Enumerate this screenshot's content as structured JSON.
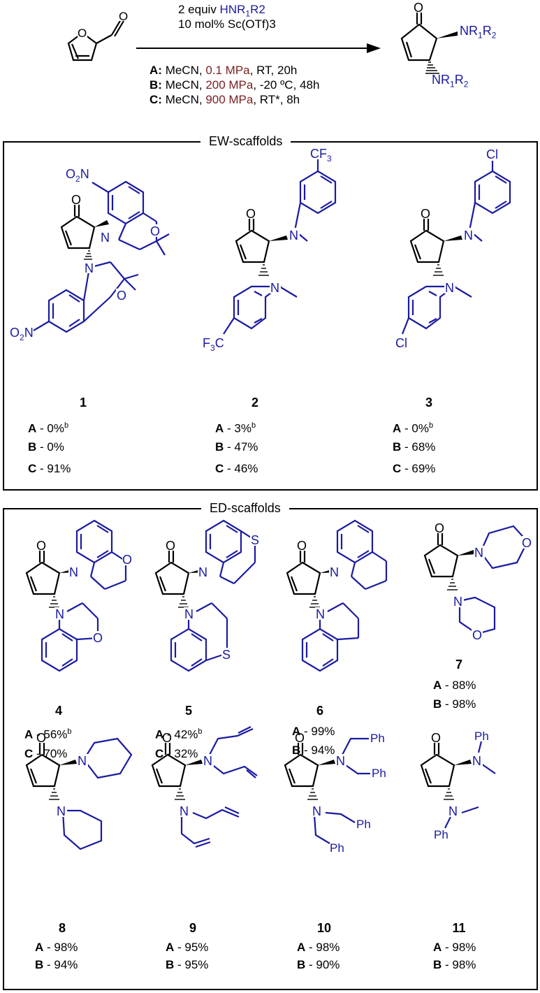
{
  "reaction": {
    "reagent_1_prefix": "2 equiv ",
    "reagent_1_amine": "HNR",
    "reagent_1_tail": "R2",
    "reagent_2": "10 mol% Sc(OTf)3",
    "conditions": [
      {
        "key": "A:",
        "solvent": "MeCN, ",
        "pressure": "0.1 MPa",
        "rest": ", RT, 20h"
      },
      {
        "key": "B:",
        "solvent": "MeCN, ",
        "pressure": "200 MPa",
        "rest": ", -20 ºC, 48h"
      },
      {
        "key": "C:",
        "solvent": "MeCN, ",
        "pressure": "900 MPa",
        "rest": ", RT*, 8h"
      }
    ],
    "product_label": "NR1R2"
  },
  "sections": {
    "ew_title": "EW-scaffolds",
    "ed_title": "ED-scaffolds"
  },
  "compounds": [
    {
      "id": "1",
      "yields": [
        {
          "c": "A",
          "v": " - 0%",
          "sup": "b"
        },
        {
          "c": "B",
          "v": " - 0%",
          "sup": ""
        },
        {
          "c": "C",
          "v": " - 91%",
          "sup": ""
        }
      ]
    },
    {
      "id": "2",
      "yields": [
        {
          "c": "A",
          "v": " - 3%",
          "sup": "b"
        },
        {
          "c": "B",
          "v": " - 47%",
          "sup": ""
        },
        {
          "c": "C",
          "v": " - 46%",
          "sup": ""
        }
      ]
    },
    {
      "id": "3",
      "yields": [
        {
          "c": "A",
          "v": " - 0%",
          "sup": "b"
        },
        {
          "c": "B",
          "v": " - 68%",
          "sup": ""
        },
        {
          "c": "C",
          "v": " - 69%",
          "sup": ""
        }
      ]
    },
    {
      "id": "4",
      "yields": [
        {
          "c": "A",
          "v": " - 56%",
          "sup": "b"
        },
        {
          "c": "C",
          "v": " - 70%",
          "sup": ""
        }
      ]
    },
    {
      "id": "5",
      "yields": [
        {
          "c": "A",
          "v": " - 42%",
          "sup": "b"
        },
        {
          "c": "C",
          "v": " - 32%",
          "sup": ""
        }
      ]
    },
    {
      "id": "6",
      "yields": [
        {
          "c": "A",
          "v": " - 99%",
          "sup": ""
        },
        {
          "c": "B",
          "v": " - 94%",
          "sup": ""
        }
      ]
    },
    {
      "id": "7",
      "yields": [
        {
          "c": "A",
          "v": " - 88%",
          "sup": ""
        },
        {
          "c": "B",
          "v": " - 98%",
          "sup": ""
        }
      ]
    },
    {
      "id": "8",
      "yields": [
        {
          "c": "A",
          "v": " - 98%",
          "sup": ""
        },
        {
          "c": "B",
          "v": " - 94%",
          "sup": ""
        }
      ]
    },
    {
      "id": "9",
      "yields": [
        {
          "c": "A",
          "v": " - 95%",
          "sup": ""
        },
        {
          "c": "B",
          "v": " - 95%",
          "sup": ""
        }
      ]
    },
    {
      "id": "10",
      "yields": [
        {
          "c": "A",
          "v": " - 98%",
          "sup": ""
        },
        {
          "c": "B",
          "v": " - 90%",
          "sup": ""
        }
      ]
    },
    {
      "id": "11",
      "yields": [
        {
          "c": "A",
          "v": " - 98%",
          "sup": ""
        },
        {
          "c": "B",
          "v": " - 98%",
          "sup": ""
        }
      ]
    }
  ],
  "atoms": {
    "O": "O",
    "N": "N",
    "S": "S",
    "Cl": "Cl",
    "NO2_a": "O",
    "NO2_b": "N",
    "sub2": "2",
    "CF3": "CF",
    "F3C_a": "F",
    "F3C_b": "C",
    "sub3": "3",
    "Ph": "Ph",
    "NR": "NR",
    "R": "R",
    "sub1": "1"
  },
  "colors": {
    "amine": "#1a1aa0",
    "pressure": "#7a1f1f",
    "frame": "#000000"
  }
}
